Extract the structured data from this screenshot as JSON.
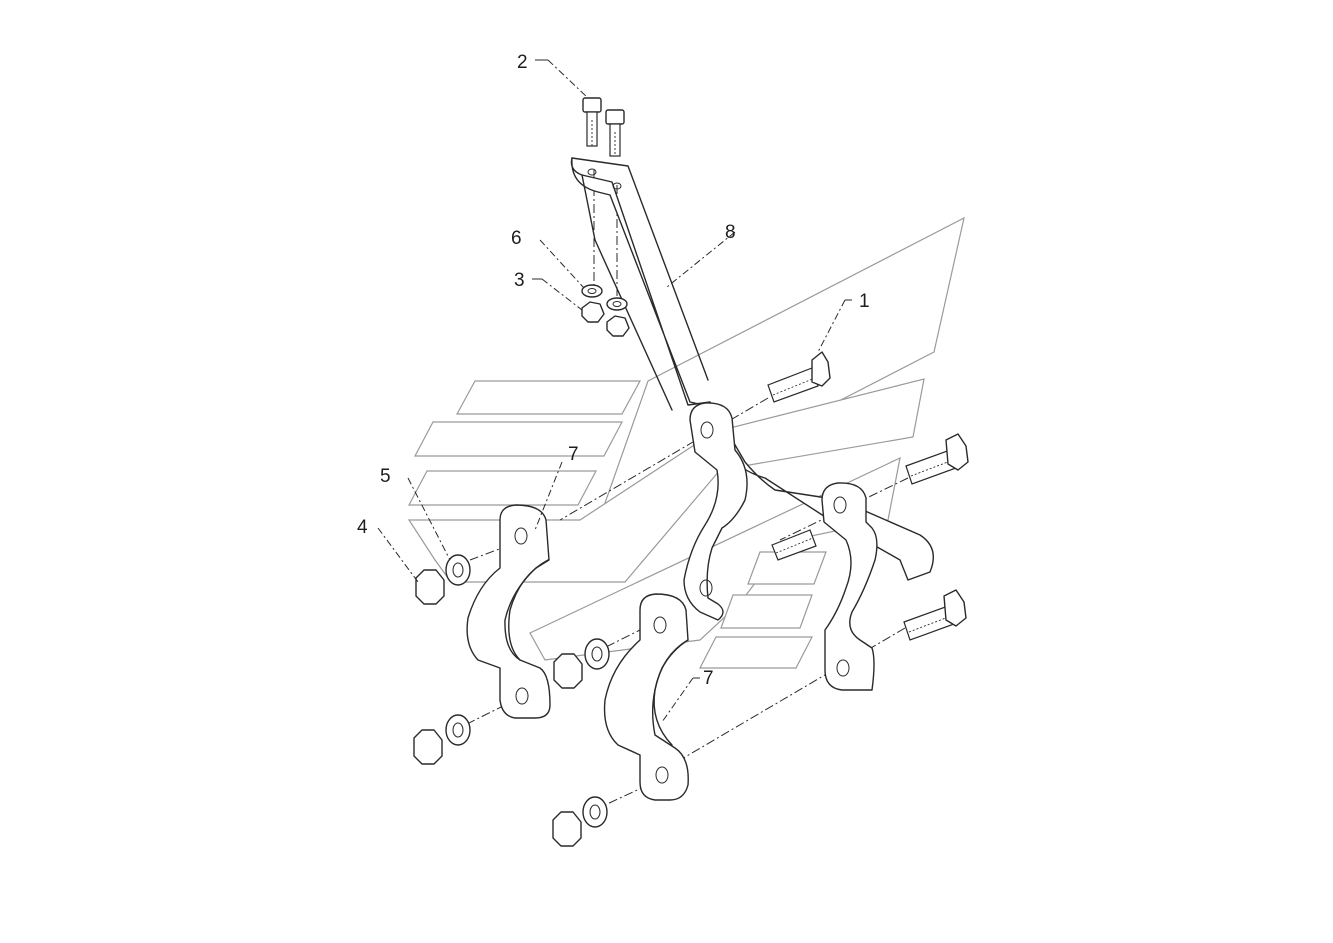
{
  "diagram": {
    "callouts": [
      {
        "id": "c1",
        "label": "1"
      },
      {
        "id": "c2",
        "label": "2"
      },
      {
        "id": "c3",
        "label": "3"
      },
      {
        "id": "c4",
        "label": "4"
      },
      {
        "id": "c5",
        "label": "5"
      },
      {
        "id": "c6",
        "label": "6"
      },
      {
        "id": "c7a",
        "label": "7"
      },
      {
        "id": "c7b",
        "label": "7"
      },
      {
        "id": "c8",
        "label": "8"
      }
    ]
  }
}
